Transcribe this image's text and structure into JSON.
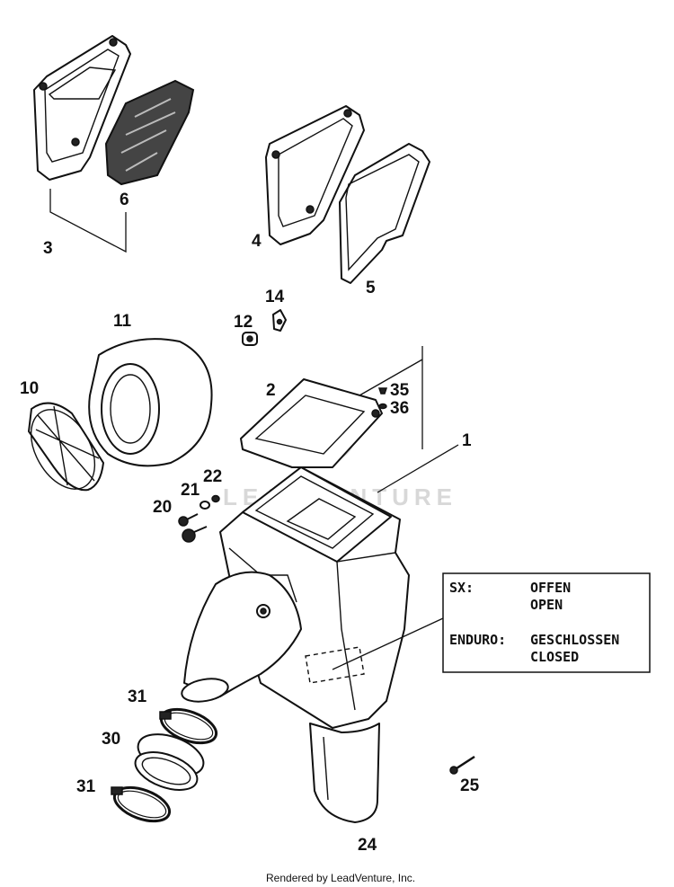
{
  "callouts": {
    "c1": "1",
    "c2": "2",
    "c3": "3",
    "c4": "4",
    "c5": "5",
    "c6": "6",
    "c10": "10",
    "c11": "11",
    "c12": "12",
    "c14": "14",
    "c20": "20",
    "c21": "21",
    "c22": "22",
    "c24": "24",
    "c25": "25",
    "c30": "30",
    "c31a": "31",
    "c31b": "31",
    "c35": "35",
    "c36": "36"
  },
  "note": {
    "sx_label": "SX:",
    "sx_value_de": "OFFEN",
    "sx_value_en": "OPEN",
    "enduro_label": "ENDURO:",
    "enduro_value_de": "GESCHLOSSEN",
    "enduro_value_en": "CLOSED"
  },
  "watermark": "LEADVENTURE",
  "footer": "Rendered by LeadVenture, Inc."
}
